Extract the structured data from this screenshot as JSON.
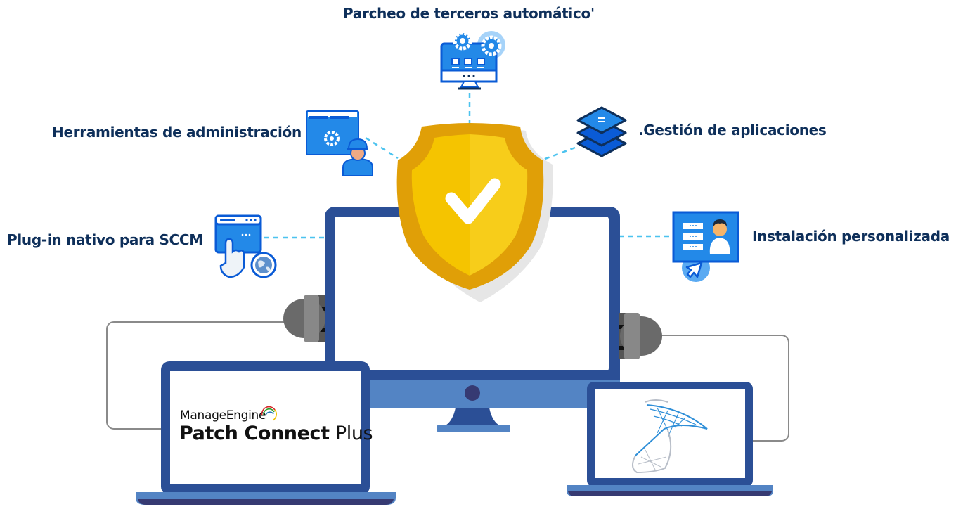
{
  "diagram": {
    "center": {
      "shield": "security-shield",
      "shield_mark": "check-mark",
      "device": "desktop-monitor"
    },
    "features": [
      {
        "id": "third-party-patching",
        "label": "Parcheo de terceros automático'",
        "icon": "monitor-gears-icon"
      },
      {
        "id": "admin-tools",
        "label": "Herramientas de administración",
        "icon": "admin-worker-icon"
      },
      {
        "id": "app-management",
        "label": ".Gestión de aplicaciones",
        "icon": "stacked-layers-icon"
      },
      {
        "id": "sccm-plugin",
        "label": "Plug-in nativo para SCCM",
        "icon": "browser-hand-globe-icon"
      },
      {
        "id": "custom-install",
        "label": "Instalación personalizada",
        "icon": "user-list-cursor-icon"
      }
    ],
    "laptops": {
      "left": {
        "brand": "ManageEngine",
        "product_bold": "Patch Connect",
        "product_light": " Plus"
      },
      "right": {
        "logo": "sccm-logo"
      }
    },
    "colors": {
      "label_text": "#0e2f5a",
      "icon_blue": "#2389e8",
      "icon_dark": "#0a5bd6",
      "device_dark": "#2b4f96",
      "device_light": "#5384c4",
      "device_base": "#363a72",
      "shield_outer": "#e09f07",
      "shield_inner": "#f5c400",
      "connector_dash": "#4cc3ef",
      "cable": "#8a8a8a"
    }
  }
}
